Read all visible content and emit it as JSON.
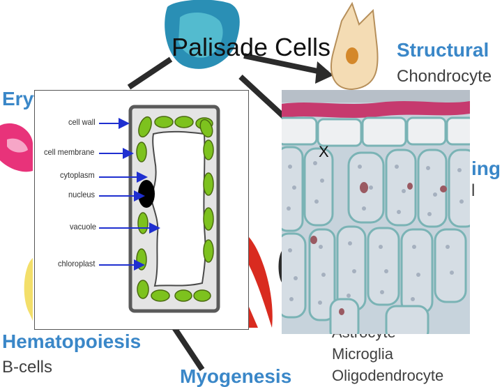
{
  "slide": {
    "title": "Palisade Cells"
  },
  "background": {
    "left_top": "Eryt",
    "structural": "Structural",
    "chondrocyte": "Chondrocyte",
    "right_partial_1": "ing",
    "right_partial_2": "l",
    "hematopoiesis": "Hematopoiesis",
    "b_cells": "B-cells",
    "astrocyte": "Astrocyte",
    "microglia": "Microglia",
    "oligodendrocyte": "Oligodendrocyte",
    "myogenesis": "Myogenesis",
    "accent_color": "#3a87c8",
    "text_color": "#3f3f3f"
  },
  "diagram": {
    "labels": {
      "cell_wall": "cell wall",
      "cell_membrane": "cell membrane",
      "cytoplasm": "cytoplasm",
      "nucleus": "nucleus",
      "vacuole": "vacuole",
      "chloroplast": "chloroplast"
    },
    "colors": {
      "arrow": "#1f2fd0",
      "chloroplast": "#7dc21e",
      "cell_wall": "#5a5a5a",
      "cytoplasm": "#e4e4e4",
      "nucleus": "#000000"
    }
  },
  "micrograph": {
    "marker": "X",
    "colors": {
      "epidermis_top": "#c63a6e",
      "cell_fill": "#dbe4ea",
      "cell_border": "#7ab3b5"
    }
  }
}
